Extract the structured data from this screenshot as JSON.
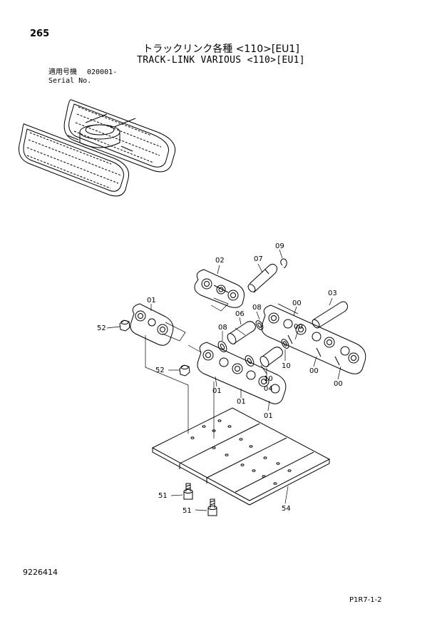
{
  "page_number": "265",
  "title_jp": "トラックリンク各種 <110>[EU1]",
  "title_en": "TRACK-LINK VARIOUS <110>[EU1]",
  "serial_label_jp": "適用号機",
  "serial_label_en": "Serial No.",
  "serial_value": "020001-",
  "document_number": "9226414",
  "page_ref": "P1R7-1-2",
  "callouts": {
    "c02": "02",
    "c07": "07",
    "c09": "09",
    "c01a": "01",
    "c08a": "08",
    "c03": "03",
    "c00a": "00",
    "c52a": "52",
    "c06": "06",
    "c08b": "08",
    "c00b": "00",
    "c10a": "10",
    "c04": "04",
    "c10b": "10",
    "c52b": "52",
    "c01b": "01",
    "c01c": "01",
    "c01d": "01",
    "c00c": "00",
    "c00d": "00",
    "c51a": "51",
    "c51b": "51",
    "c54": "54"
  }
}
